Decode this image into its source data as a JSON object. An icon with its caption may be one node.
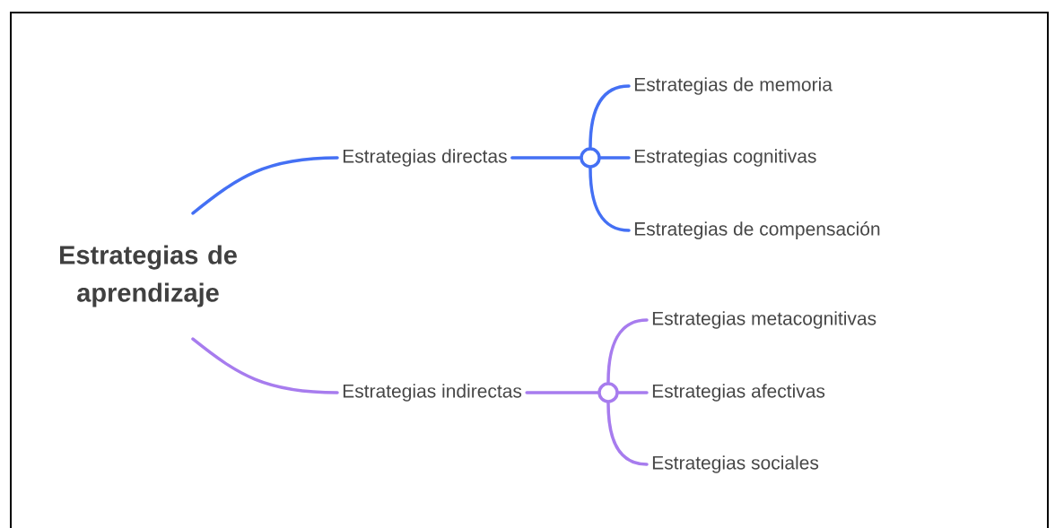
{
  "diagram": {
    "nodes": [
      {
        "text": [
          "Estrategias de aprendizaje"
        ]
      },
      {
        "text": [
          "Estrategias directas"
        ]
      },
      {
        "text": [],
        "shape": "circle"
      },
      {
        "text": [
          "Estrategias de memoria"
        ]
      },
      {
        "text": [
          "Estrategias cognitivas"
        ]
      },
      {
        "text": [
          "Estrategias de compensación"
        ]
      },
      {
        "text": [
          "Estrategias indirectas"
        ]
      },
      {
        "text": [],
        "shape": "circle"
      },
      {
        "text": [
          "Estrategias metacognitivas"
        ]
      },
      {
        "text": [
          "Estrategias afectivas"
        ]
      },
      {
        "text": [
          "Estrategias sociales"
        ]
      }
    ],
    "edges": [
      {
        "from": 0,
        "to": 1,
        "arrow": "none",
        "color": "#4470f4"
      },
      {
        "from": 1,
        "to": 2,
        "arrow": "none",
        "color": "#4470f4"
      },
      {
        "from": 2,
        "to": 3,
        "arrow": "none",
        "color": "#4470f4"
      },
      {
        "from": 2,
        "to": 4,
        "arrow": "none",
        "color": "#4470f4"
      },
      {
        "from": 2,
        "to": 5,
        "arrow": "none",
        "color": "#4470f4"
      },
      {
        "from": 0,
        "to": 6,
        "arrow": "none",
        "color": "#a77cee"
      },
      {
        "from": 6,
        "to": 7,
        "arrow": "none",
        "color": "#a77cee"
      },
      {
        "from": 7,
        "to": 8,
        "arrow": "none",
        "color": "#a77cee"
      },
      {
        "from": 7,
        "to": 9,
        "arrow": "none",
        "color": "#a77cee"
      },
      {
        "from": 7,
        "to": 10,
        "arrow": "none",
        "color": "#a77cee"
      }
    ]
  }
}
